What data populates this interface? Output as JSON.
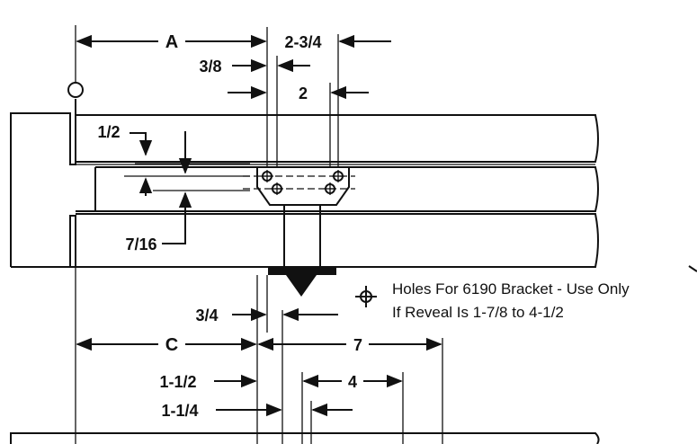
{
  "dimensions": {
    "a": "A",
    "two_three_quarter": "2-3/4",
    "three_eighth": "3/8",
    "two": "2",
    "one_half": "1/2",
    "seven_sixteenth": "7/16",
    "three_quarter": "3/4",
    "c": "C",
    "seven": "7",
    "one_one_half": "1-1/2",
    "four": "4",
    "one_one_quarter": "1-1/4"
  },
  "legend": {
    "line1": "Holes For 6190 Bracket - Use Only",
    "line2": "If Reveal Is 1-7/8 to 4-1/2"
  }
}
